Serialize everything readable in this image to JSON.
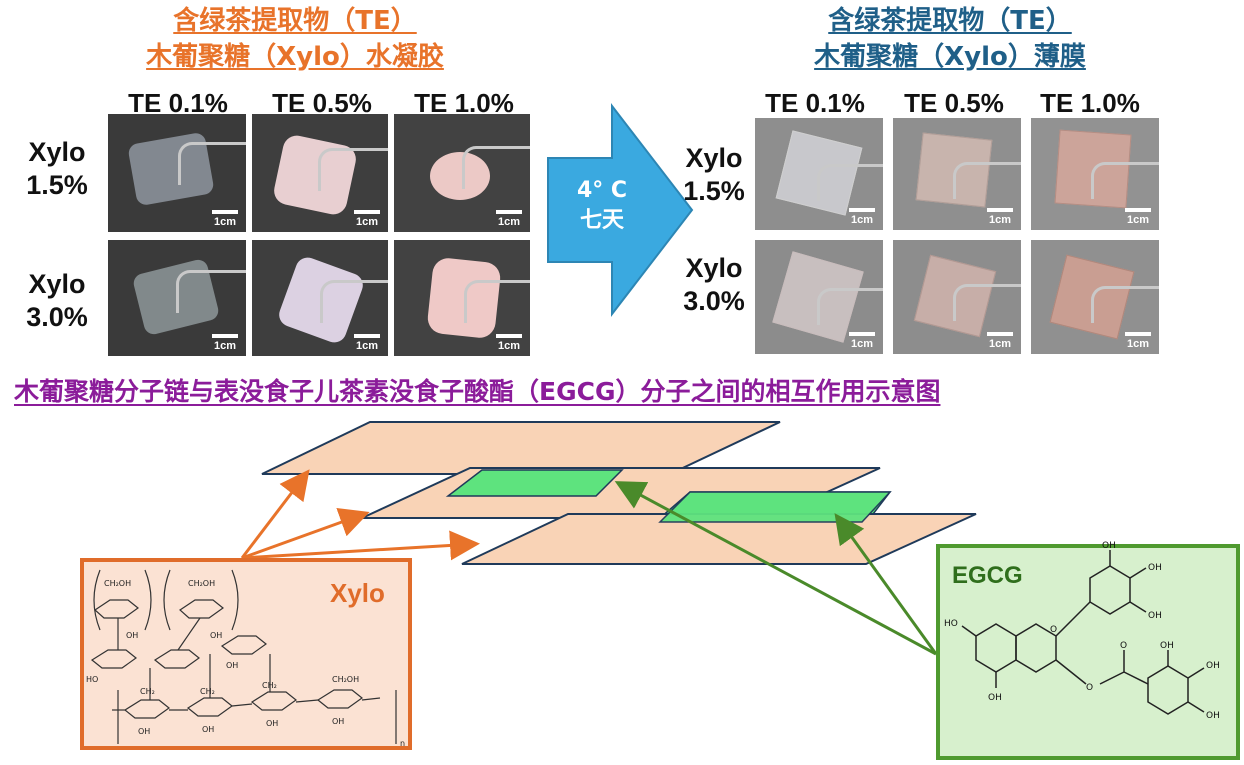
{
  "left_panel": {
    "title_line1": "含绿茶提取物（TE）",
    "title_line2": "木葡聚糖（Xylo）水凝胶",
    "columns": [
      "TE 0.1%",
      "TE 0.5%",
      "TE 1.0%"
    ],
    "rows": [
      {
        "line1": "Xylo",
        "line2": "1.5%"
      },
      {
        "line1": "Xylo",
        "line2": "3.0%"
      }
    ]
  },
  "right_panel": {
    "title_line1": "含绿茶提取物（TE）",
    "title_line2": "木葡聚糖（Xylo）薄膜",
    "columns": [
      "TE 0.1%",
      "TE 0.5%",
      "TE 1.0%"
    ],
    "rows": [
      {
        "line1": "Xylo",
        "line2": "1.5%"
      },
      {
        "line1": "Xylo",
        "line2": "3.0%"
      }
    ]
  },
  "scale_bar": "1cm",
  "arrow": {
    "line1": "4° C",
    "line2": "七天",
    "color": "#3aa9e0"
  },
  "interaction": {
    "title": "木葡聚糖分子链与表没食子儿茶素没食子酸酯（EGCG）分子之间的相互作用示意图"
  },
  "xylo_box": {
    "label": "Xylo",
    "border": "#e06c2a",
    "fill": "#fbe2d3"
  },
  "egcg_box": {
    "label": "EGCG",
    "border": "#4f9a2f",
    "fill": "#d7f0cd"
  },
  "structure_labels": {
    "ch2oh": "CH₂OH",
    "ch2": "CH₂",
    "oh": "OH",
    "ho": "HO",
    "o": "O",
    "n": "n"
  },
  "colors": {
    "layer_fill": "#f9d3b6",
    "layer_edge": "#1f3a5a",
    "egcg_layer": "#5ee37e",
    "arrow_orange": "#e8732a",
    "arrow_green": "#4a8a2a"
  }
}
